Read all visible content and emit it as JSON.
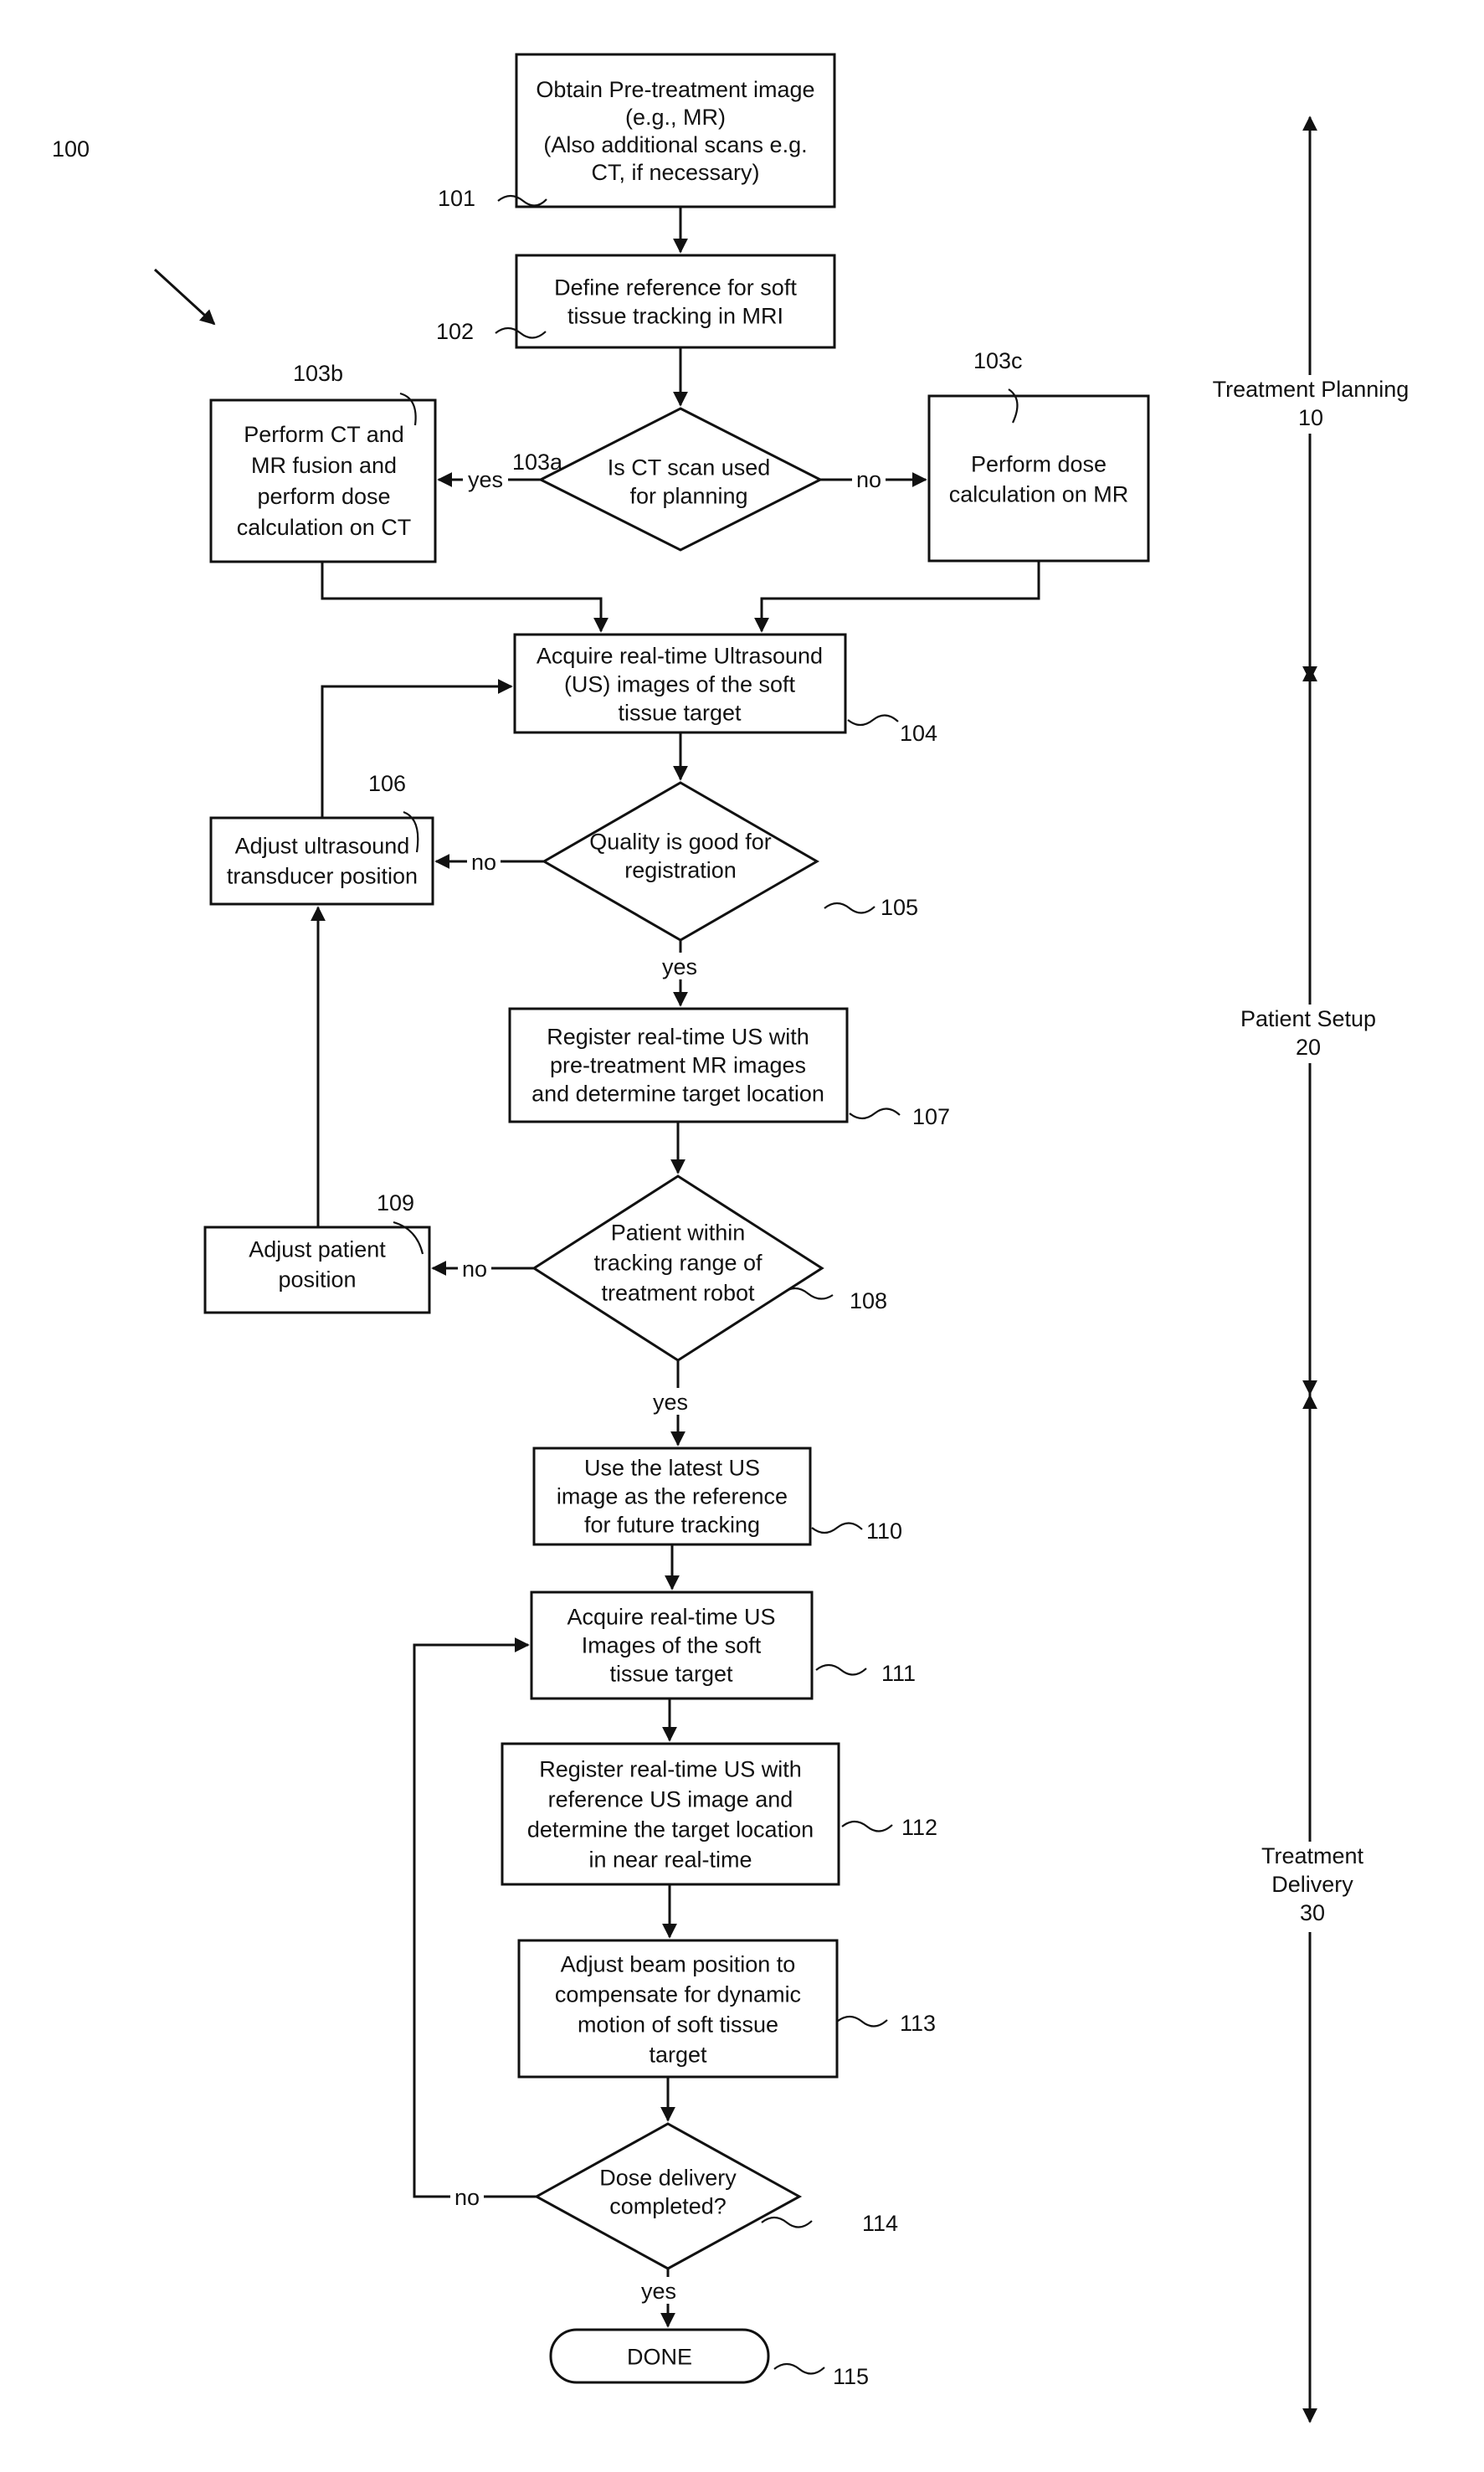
{
  "figure_label": "100",
  "steps": {
    "s101": {
      "lines": [
        "Obtain Pre-treatment image",
        "(e.g., MR)",
        "(Also additional  scans e.g.",
        "CT, if necessary)"
      ],
      "ref": "101"
    },
    "s102": {
      "lines": [
        "Define reference for soft",
        "tissue tracking in MRI"
      ],
      "ref": "102"
    },
    "s103a": {
      "lines": [
        "Is CT scan used",
        "for planning"
      ],
      "ref": "103a"
    },
    "s103b": {
      "lines": [
        "Perform CT and",
        "MR fusion and",
        "perform dose",
        "calculation on CT"
      ],
      "ref": "103b"
    },
    "s103c": {
      "lines": [
        "Perform dose",
        "calculation on MR"
      ],
      "ref": "103c"
    },
    "s104": {
      "lines": [
        "Acquire real-time Ultrasound",
        "(US) images of the soft",
        "tissue target"
      ],
      "ref": "104"
    },
    "s105": {
      "lines": [
        "Quality is good for",
        "registration"
      ],
      "ref": "105"
    },
    "s106": {
      "lines": [
        "Adjust ultrasound",
        "transducer position"
      ],
      "ref": "106"
    },
    "s107": {
      "lines": [
        "Register real-time US with",
        "pre-treatment MR images",
        "and determine target location"
      ],
      "ref": "107"
    },
    "s108": {
      "lines": [
        "Patient within",
        "tracking range of",
        "treatment robot"
      ],
      "ref": "108"
    },
    "s109": {
      "lines": [
        "Adjust patient",
        "position"
      ],
      "ref": "109"
    },
    "s110": {
      "lines": [
        "Use the latest US",
        "image as the reference",
        "for future tracking"
      ],
      "ref": "110"
    },
    "s111": {
      "lines": [
        "Acquire real-time US",
        "Images of the soft",
        "tissue target"
      ],
      "ref": "111"
    },
    "s112": {
      "lines": [
        "Register real-time US with",
        "reference US image and",
        "determine the target location",
        "in near real-time"
      ],
      "ref": "112"
    },
    "s113": {
      "lines": [
        "Adjust beam position to",
        "compensate for dynamic",
        "motion of soft tissue",
        "target"
      ],
      "ref": "113"
    },
    "s114": {
      "lines": [
        "Dose delivery",
        "completed?"
      ],
      "ref": "114"
    },
    "s115": {
      "lines": [
        "DONE"
      ],
      "ref": "115"
    }
  },
  "edge_labels": {
    "yes_103": "yes",
    "no_103": "no",
    "no_105": "no",
    "yes_105": "yes",
    "no_108": "no",
    "yes_108": "yes",
    "no_114": "no",
    "yes_114": "yes"
  },
  "phases": {
    "planning": {
      "name": "Treatment Planning",
      "num": "10"
    },
    "setup": {
      "name": "Patient Setup",
      "num": "20"
    },
    "delivery": {
      "name_line1": "Treatment",
      "name_line2": "Delivery",
      "num": "30"
    }
  }
}
